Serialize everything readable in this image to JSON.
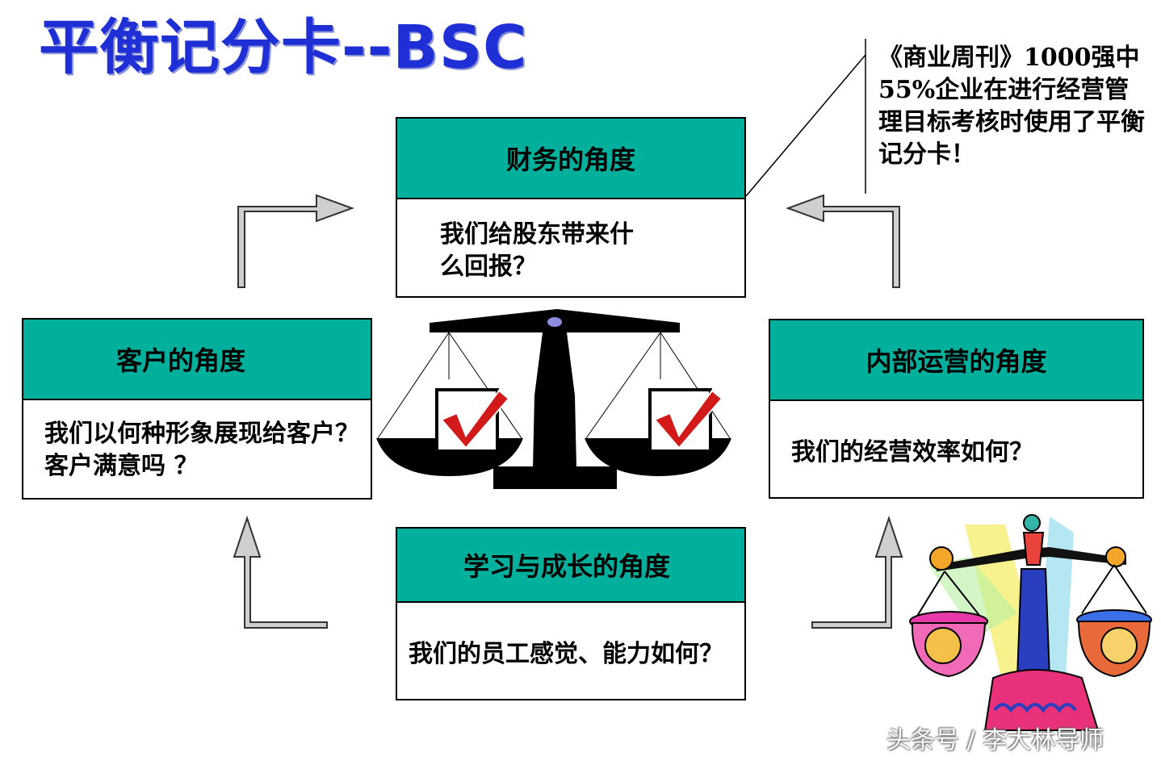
{
  "title": "平衡记分卡--BSC",
  "note": "《商业周刊》1000强中55%企业在进行经营管理目标考核时使用了平衡记分卡！",
  "boxes": {
    "finance": {
      "heading": "财务的角度",
      "text": "我们给股东带来什么回报？"
    },
    "customer": {
      "heading": "客户的角度",
      "text": "我们以何种形象展现给客户？客户满意吗 ？"
    },
    "internal": {
      "heading": "内部运营的角度",
      "text": "我们的经营效率如何？"
    },
    "learning": {
      "heading": "学习与成长的角度",
      "text": "我们的员工感觉、能力如何？"
    }
  },
  "watermark": "头条号 / 李大林导师",
  "colors": {
    "title": "#1f2fd6",
    "header_fill": "#00b09c",
    "check": "#d21a1a",
    "arrow_fill": "#cfcfcf"
  }
}
